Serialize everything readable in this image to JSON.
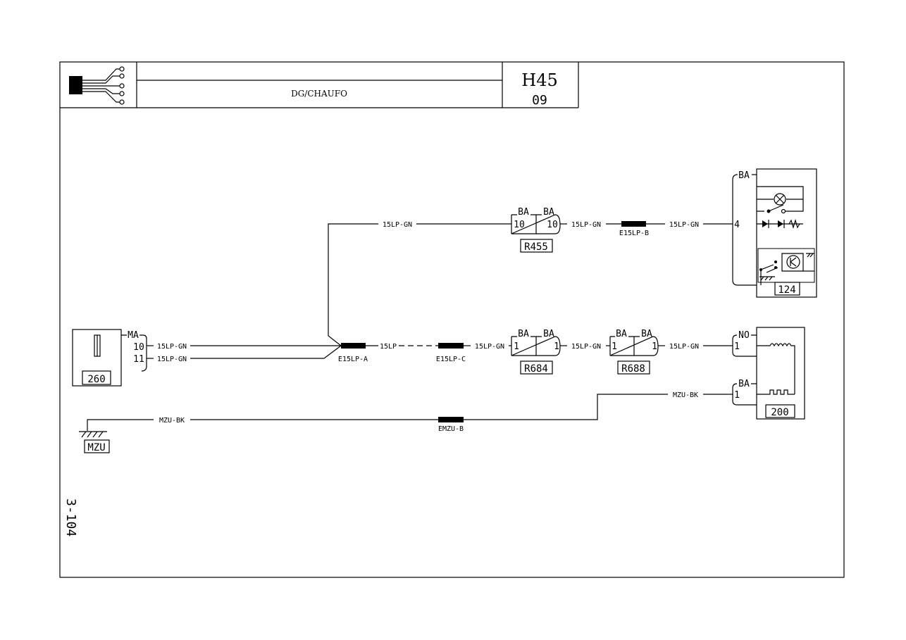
{
  "header": {
    "title": "DG/CHAUFO",
    "code": "H45",
    "sub": "09"
  },
  "page_ref": "3-104",
  "components": {
    "c260": "260",
    "c124": "124",
    "c200": "200",
    "mzu": "MZU"
  },
  "connectors": {
    "r455": "R455",
    "r684": "R684",
    "r688": "R688"
  },
  "splices": {
    "e15lp_a": "E15LP-A",
    "e15lp_b": "E15LP-B",
    "e15lp_c": "E15LP-C",
    "emzu_b": "EMZU-B"
  },
  "wires": {
    "w15lp_gn": "15LP-GN",
    "w15lp": "15LP",
    "mzu_bk": "MZU-BK"
  },
  "housings": {
    "ma": "MA",
    "ba": "BA",
    "no": "NO"
  },
  "pins": {
    "p10": "10",
    "p11": "11",
    "p1": "1",
    "p4": "4"
  }
}
